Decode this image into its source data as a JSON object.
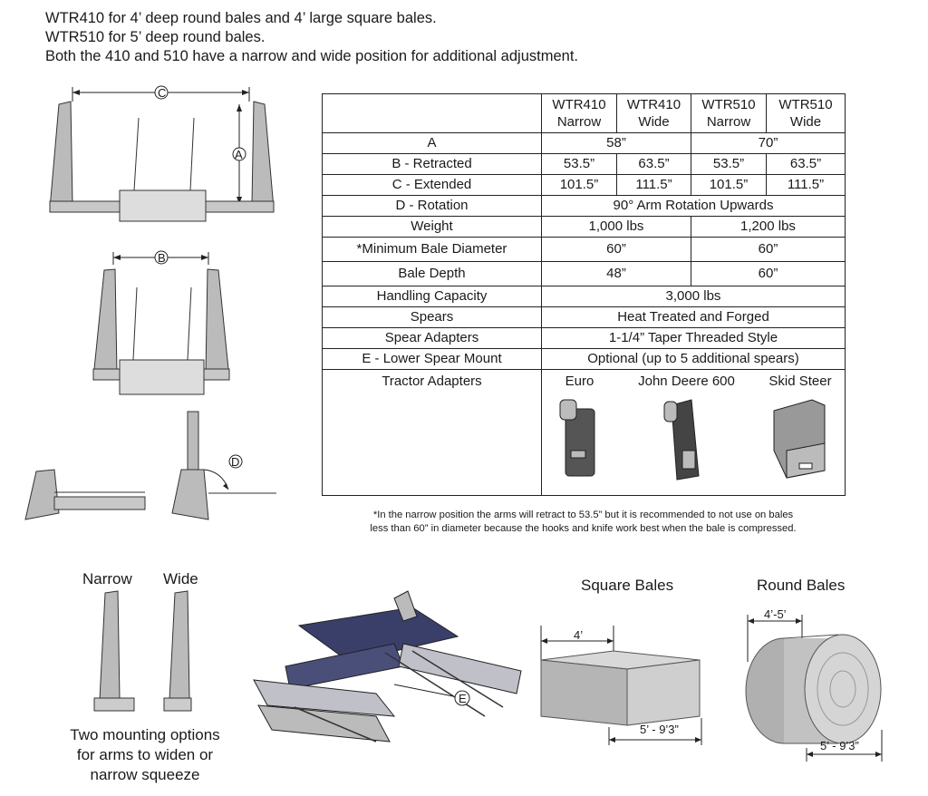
{
  "intro": {
    "line1": "WTR410 for 4’ deep round bales and 4’ large square bales.",
    "line2": "WTR510 for 5’ deep round bales.",
    "line3": "Both the 410 and 510 have a narrow and wide position for additional adjustment."
  },
  "table": {
    "headers": [
      {
        "top": "WTR410",
        "bottom": "Narrow"
      },
      {
        "top": "WTR410",
        "bottom": "Wide"
      },
      {
        "top": "WTR510",
        "bottom": "Narrow"
      },
      {
        "top": "WTR510",
        "bottom": "Wide"
      }
    ],
    "rows": {
      "a": {
        "label": "A",
        "v410": "58”",
        "v510": "70”"
      },
      "b": {
        "label": "B - Retracted",
        "c1": "53.5”",
        "c2": "63.5”",
        "c3": "53.5”",
        "c4": "63.5”"
      },
      "c": {
        "label": "C - Extended",
        "c1": "101.5”",
        "c2": "111.5”",
        "c3": "101.5”",
        "c4": "111.5”"
      },
      "d": {
        "label": "D - Rotation",
        "all": "90° Arm Rotation Upwards"
      },
      "weight": {
        "label": "Weight",
        "v410": "1,000 lbs",
        "v510": "1,200 lbs"
      },
      "min_bale": {
        "label": "*Minimum Bale Diameter",
        "v410": "60”",
        "v510": "60”"
      },
      "bale_depth": {
        "label": "Bale Depth",
        "v410": "48”",
        "v510": "60”"
      },
      "capacity": {
        "label": "Handling Capacity",
        "all": "3,000 lbs"
      },
      "spears": {
        "label": "Spears",
        "all": "Heat Treated and Forged"
      },
      "spear_adapters": {
        "label": "Spear Adapters",
        "all": "1-1/4” Taper Threaded Style"
      },
      "lower_mount": {
        "label": "E - Lower Spear Mount",
        "all": "Optional (up to 5 additional spears)"
      },
      "tractor": {
        "label": "Tractor Adapters",
        "euro": "Euro",
        "jd": "John Deere 600",
        "skid": "Skid Steer"
      }
    }
  },
  "footnote": {
    "line1": "*In the narrow position the arms will retract to 53.5” but it is recommended to not use on bales",
    "line2": "less than 60” in diameter because the hooks and knife work best when the bale is compressed."
  },
  "dims": {
    "a": "A",
    "b": "B",
    "c": "C",
    "d": "D",
    "e": "E"
  },
  "mounting": {
    "narrow": "Narrow",
    "wide": "Wide",
    "caption1": "Two mounting options",
    "caption2": "for arms to widen or",
    "caption3": "narrow squeeze"
  },
  "square_bales": {
    "title": "Square Bales",
    "depth": "4’",
    "length": "5’ - 9’3”"
  },
  "round_bales": {
    "title": "Round Bales",
    "depth": "4’-5’",
    "diameter": "5’ - 9’3”"
  },
  "colors": {
    "metal": "#b9b9b9",
    "outline": "#2a2a2a",
    "frame_blue": "#3a3f6a"
  }
}
